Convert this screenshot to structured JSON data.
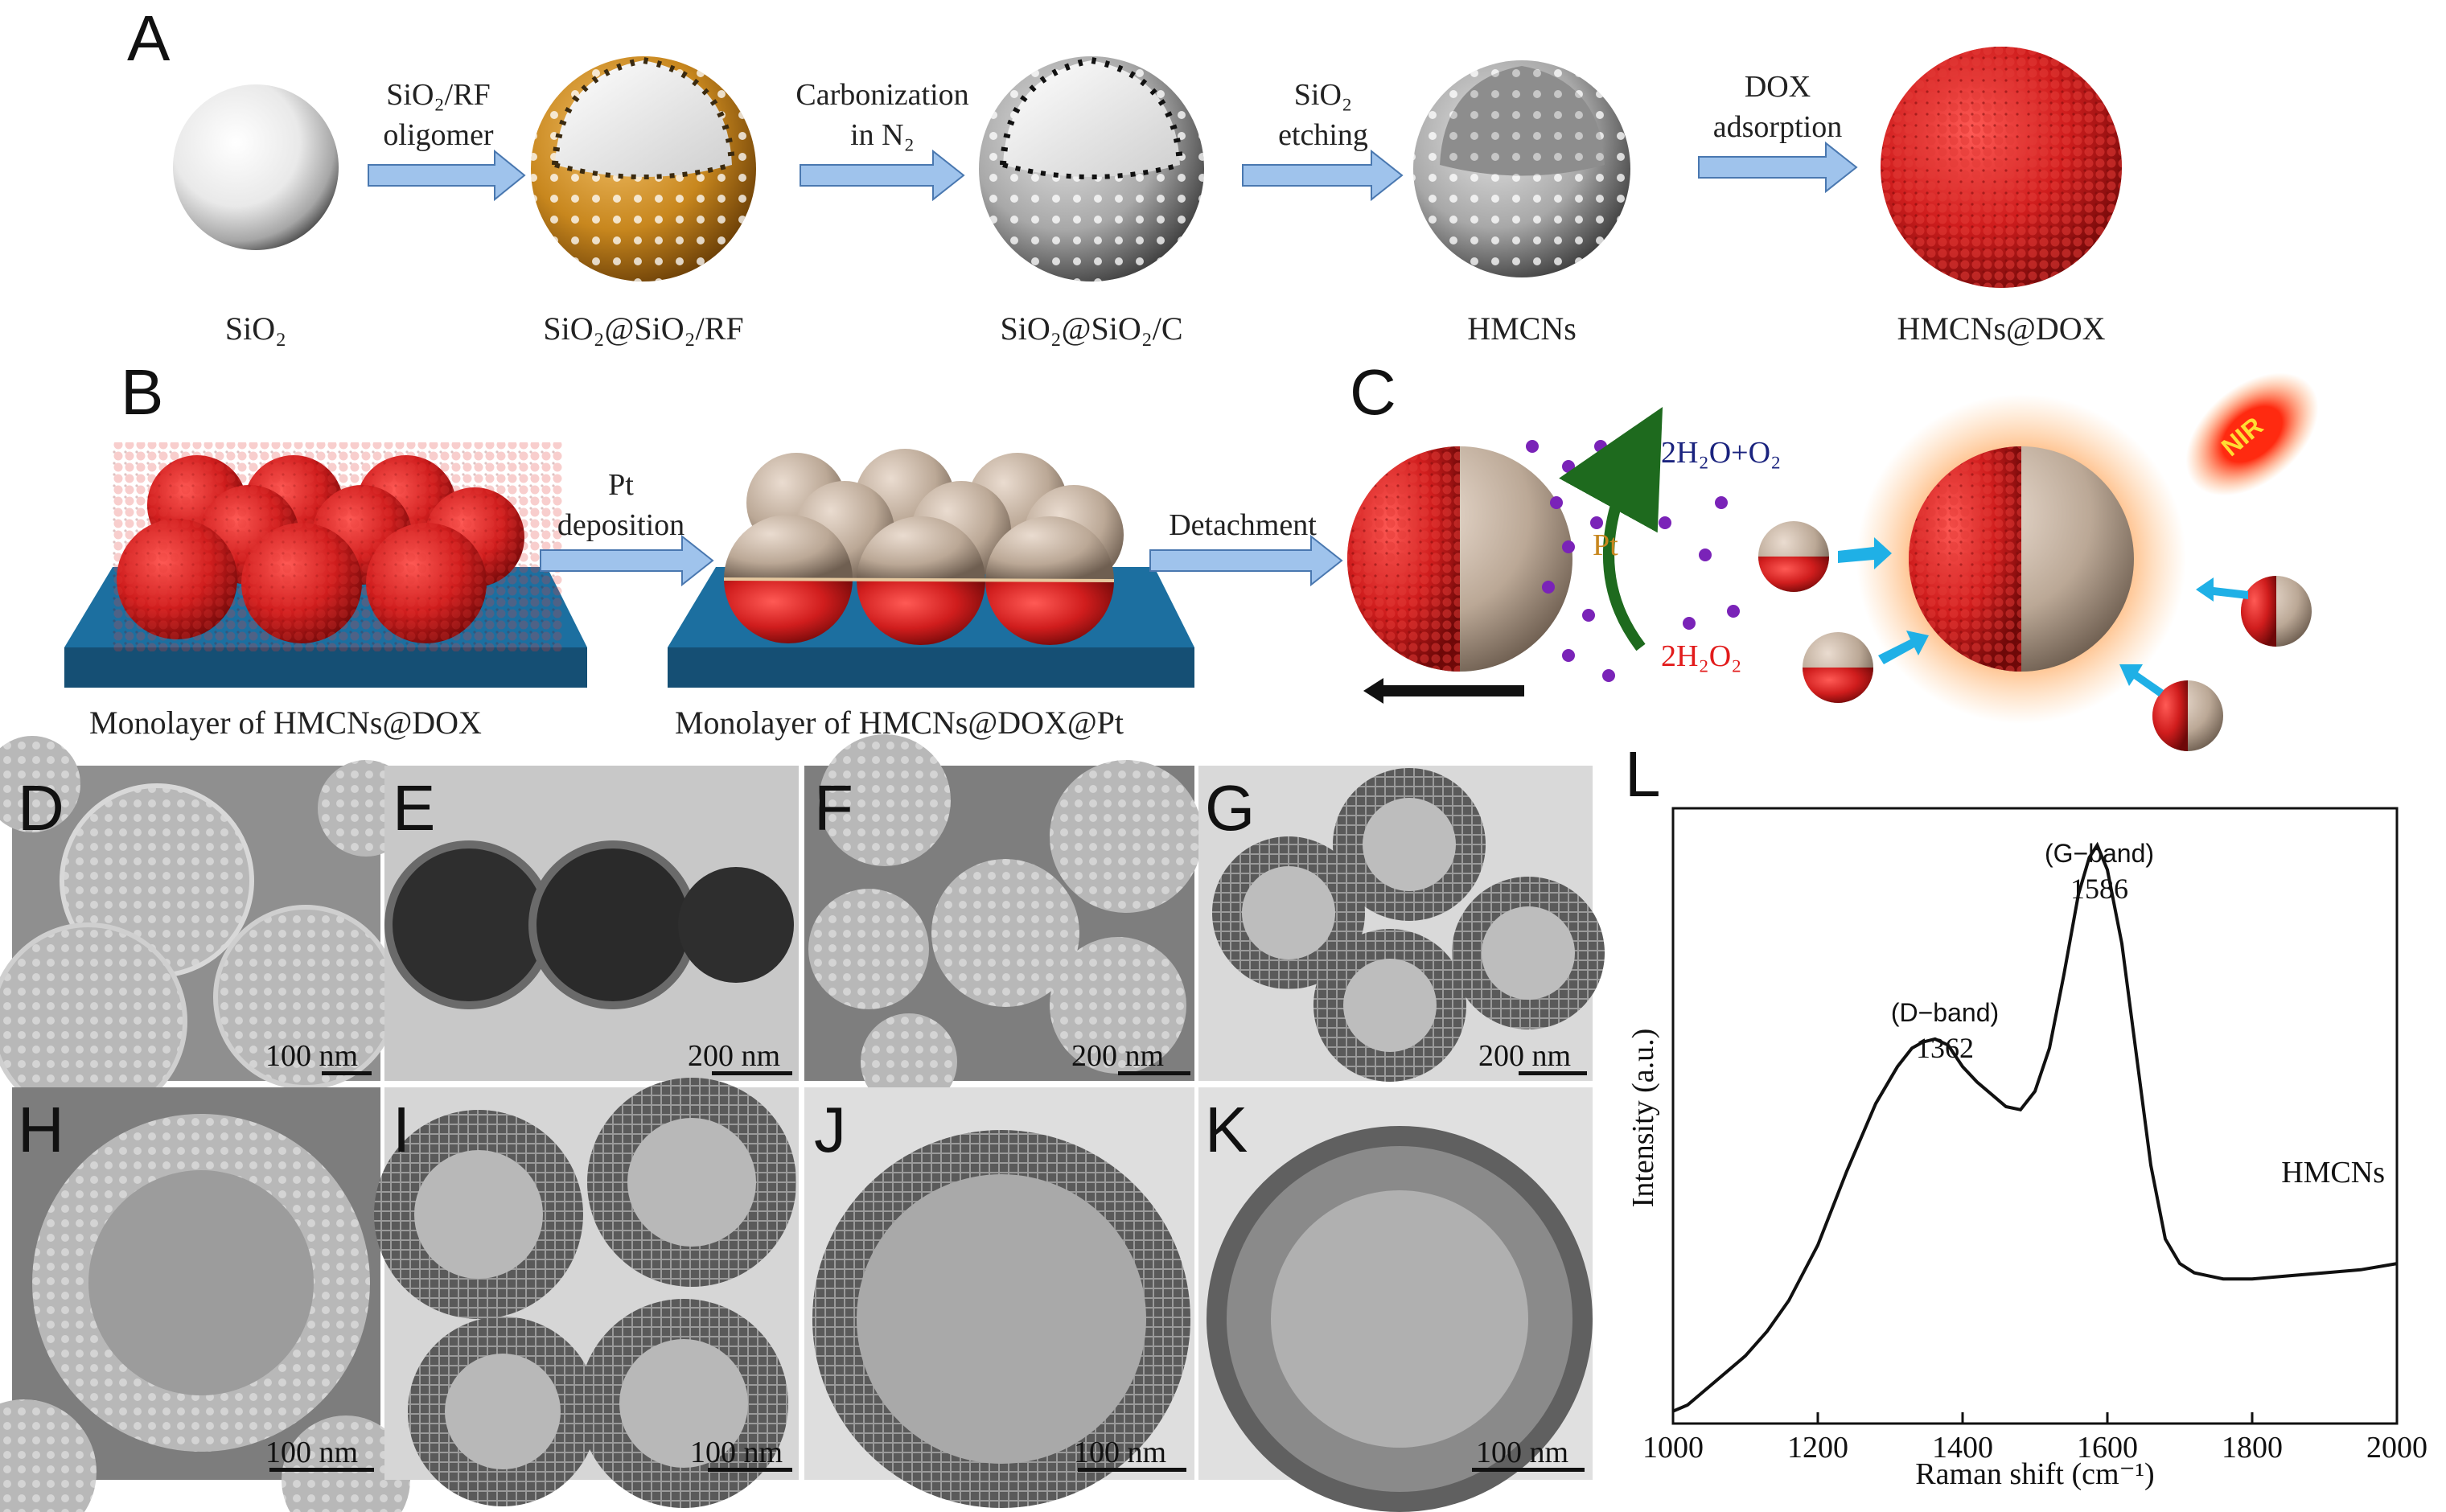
{
  "panels": {
    "A": "A",
    "B": "B",
    "C": "C",
    "D": "D",
    "E": "E",
    "F": "F",
    "G": "G",
    "H": "H",
    "I": "I",
    "J": "J",
    "K": "K",
    "L": "L"
  },
  "panel_a": {
    "step1_line1": "SiO₂/RF",
    "step1_line2": "oligomer",
    "step2_line1": "Carbonization",
    "step2_line2": "in N₂",
    "step3_line1": "SiO₂",
    "step3_line2": "etching",
    "step4_line1": "DOX",
    "step4_line2": "adsorption",
    "cap1": "SiO₂",
    "cap2": "SiO₂@SiO₂/RF",
    "cap3": "SiO₂@SiO₂/C",
    "cap4": "HMCNs",
    "cap5": "HMCNs@DOX"
  },
  "panel_b": {
    "pt_line1": "Pt",
    "pt_line2": "deposition",
    "detach": "Detachment",
    "cap1": "Monolayer of HMCNs@DOX",
    "cap2": "Monolayer of HMCNs@DOX@Pt"
  },
  "panel_c": {
    "product": "2H₂O+O₂",
    "catalyst": "Pt",
    "reactant": "2H₂O₂",
    "nir": "NIR"
  },
  "scale_bars": {
    "D": "100 nm",
    "E": "200 nm",
    "F": "200 nm",
    "G": "200 nm",
    "H": "100 nm",
    "I": "100 nm",
    "J": "100 nm",
    "K": "100 nm"
  },
  "colors": {
    "red": "#d01d1d",
    "gold": "#c8871e",
    "beige": "#bba896",
    "substrate": "#1c6fa0",
    "arrow": "#9fc3ec",
    "blue_arrow": "#1fb0e6",
    "green": "#1e6a1e",
    "purple": "#7a23b8"
  },
  "chart_data": {
    "type": "line",
    "title": "",
    "xlabel": "Raman shift (cm⁻¹)",
    "ylabel": "Intensity (a.u.)",
    "xlim": [
      1000,
      2000
    ],
    "ylim": [
      0,
      1
    ],
    "x_ticks": [
      1000,
      1200,
      1400,
      1600,
      1800,
      2000
    ],
    "grid": false,
    "series": [
      {
        "name": "HMCNs",
        "x": [
          1000,
          1020,
          1050,
          1080,
          1100,
          1130,
          1160,
          1200,
          1240,
          1280,
          1310,
          1330,
          1345,
          1362,
          1380,
          1400,
          1420,
          1440,
          1460,
          1480,
          1500,
          1520,
          1540,
          1560,
          1575,
          1586,
          1600,
          1620,
          1640,
          1660,
          1680,
          1700,
          1720,
          1740,
          1760,
          1800,
          1850,
          1900,
          1950,
          2000
        ],
        "y": [
          0.02,
          0.03,
          0.06,
          0.09,
          0.11,
          0.15,
          0.2,
          0.29,
          0.41,
          0.52,
          0.58,
          0.61,
          0.62,
          0.625,
          0.615,
          0.58,
          0.555,
          0.535,
          0.515,
          0.51,
          0.54,
          0.61,
          0.73,
          0.86,
          0.92,
          0.94,
          0.9,
          0.78,
          0.6,
          0.42,
          0.3,
          0.26,
          0.245,
          0.24,
          0.235,
          0.235,
          0.24,
          0.245,
          0.25,
          0.26
        ]
      }
    ],
    "annotations": [
      {
        "label": "(D−band)",
        "value": "1362"
      },
      {
        "label": "(G−band)",
        "value": "1586"
      }
    ]
  }
}
